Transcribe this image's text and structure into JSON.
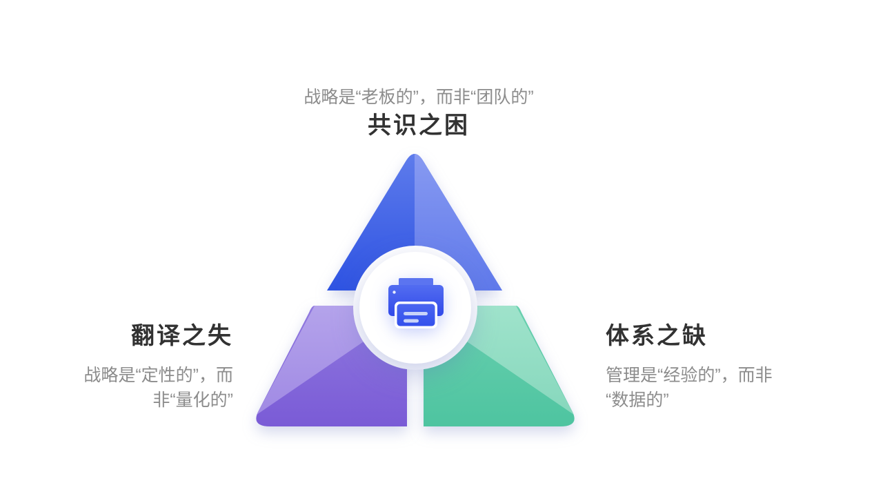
{
  "slide": {
    "background": "#ffffff",
    "top": {
      "subtitle": "战略是“老板的”，而非“团队的”",
      "title": "共识之困"
    },
    "left": {
      "title": "翻译之失",
      "subtitle_lines": [
        "战略是“定性的”，而",
        "非“量化的”"
      ]
    },
    "right": {
      "title": "体系之缺",
      "subtitle_lines": [
        "管理是“经验的”，而非",
        "“数据的”"
      ]
    },
    "center_icon": "printer-icon",
    "colors": {
      "title_text": "#323232",
      "subtitle_text": "#8c8c8c",
      "triangle_top_dark": "#2e53e2",
      "triangle_top_light": "#8a9cf2",
      "triangle_left_dark": "#7a5bd6",
      "triangle_left_light": "#b4a3eb",
      "triangle_right_dark": "#4ec4a0",
      "triangle_right_light": "#9fe3cb",
      "icon_blue": "#3b57ee",
      "center_circle": "#ffffff"
    }
  }
}
